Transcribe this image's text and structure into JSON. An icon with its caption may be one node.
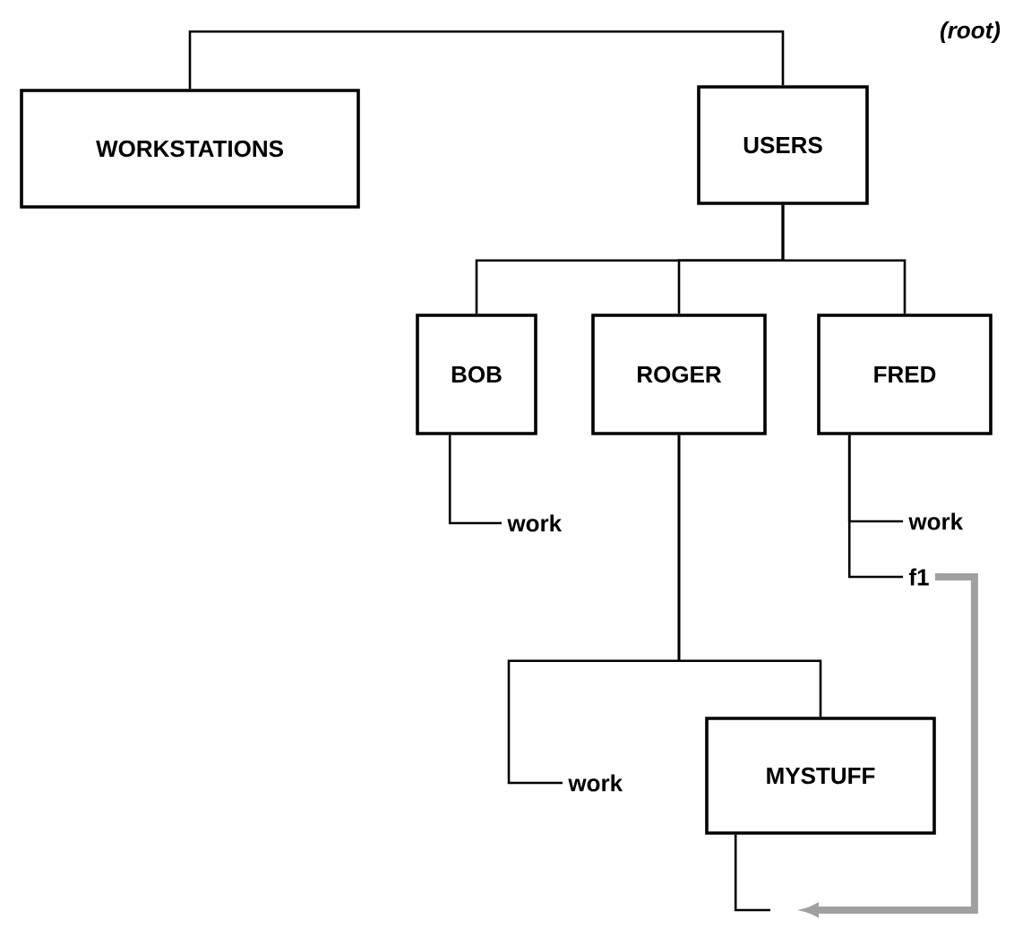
{
  "diagram": {
    "nodes": [
      {
        "text": [
          "WORKSTATIONS"
        ]
      },
      {
        "text": [
          "USERS"
        ]
      },
      {
        "text": [
          "BOB"
        ]
      },
      {
        "text": [
          "ROGER"
        ]
      },
      {
        "text": [
          "FRED"
        ]
      },
      {
        "text": [
          "work"
        ]
      },
      {
        "text": [
          "work"
        ]
      },
      {
        "text": [
          "f1"
        ]
      },
      {
        "text": [
          "work"
        ]
      },
      {
        "text": [
          "MYSTUFF"
        ]
      }
    ],
    "edges": [
      {
        "from": 0,
        "to": 1,
        "arrow": "none"
      },
      {
        "from": 1,
        "to": 2,
        "arrow": "none"
      },
      {
        "from": 1,
        "to": 3,
        "arrow": "none"
      },
      {
        "from": 1,
        "to": 4,
        "arrow": "none"
      },
      {
        "from": 2,
        "to": 5,
        "arrow": "none"
      },
      {
        "from": 4,
        "to": 6,
        "arrow": "none"
      },
      {
        "from": 4,
        "to": 7,
        "arrow": "none"
      },
      {
        "from": 3,
        "to": 8,
        "arrow": "none"
      },
      {
        "from": 3,
        "to": 9,
        "arrow": "none"
      },
      {
        "from": 9,
        "to": null,
        "arrow": "none"
      },
      {
        "from": 7,
        "to": null,
        "arrow": "to",
        "style": "thick",
        "color": "#a0a0a0"
      }
    ],
    "labels": [
      "(root)"
    ]
  }
}
